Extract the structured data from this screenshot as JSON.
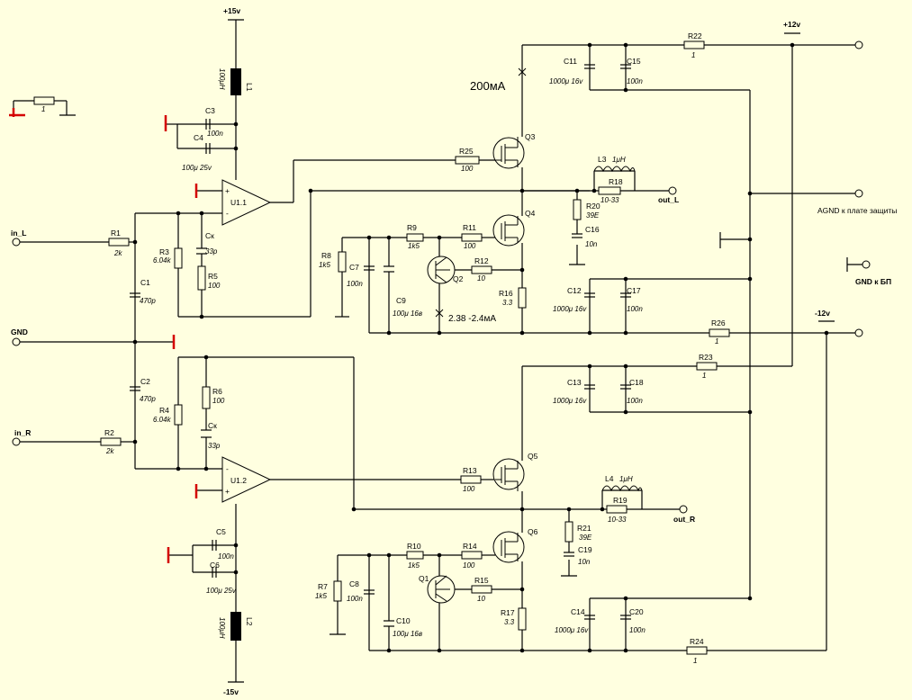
{
  "rails": {
    "v15p": "+15v",
    "v15n": "-15v",
    "v12p": "+12v",
    "v12n": "-12v"
  },
  "ports": {
    "in_l": "in_L",
    "in_r": "in_R",
    "gnd": "GND",
    "out_l": "out_L",
    "out_r": "out_R",
    "agnd": "AGND к плате защиты",
    "gnd_bp": "GND к БП"
  },
  "notes": {
    "current_q3": "200мА",
    "current_q2": "2.38 -2.4мА"
  },
  "legend": {
    "r": "1"
  },
  "opamps": {
    "u11": "U1.1",
    "u12": "U1.2",
    "plus": "+",
    "minus": "-"
  },
  "parts": {
    "r1": {
      "n": "R1",
      "v": "2k"
    },
    "r2": {
      "n": "R2",
      "v": "2k"
    },
    "r3": {
      "n": "R3",
      "v": "6.04k"
    },
    "r4": {
      "n": "R4",
      "v": "6.04k"
    },
    "r5": {
      "n": "R5",
      "v": "100"
    },
    "r6": {
      "n": "R6",
      "v": "100"
    },
    "r7": {
      "n": "R7",
      "v": "1k5"
    },
    "r8": {
      "n": "R8",
      "v": "1k5"
    },
    "r9": {
      "n": "R9",
      "v": "1k5"
    },
    "r10": {
      "n": "R10",
      "v": "1k5"
    },
    "r11": {
      "n": "R11",
      "v": "100"
    },
    "r12": {
      "n": "R12",
      "v": "10"
    },
    "r13": {
      "n": "R13",
      "v": "100"
    },
    "r14": {
      "n": "R14",
      "v": "100"
    },
    "r15": {
      "n": "R15",
      "v": "10"
    },
    "r16": {
      "n": "R16",
      "v": "3.3"
    },
    "r17": {
      "n": "R17",
      "v": "3.3"
    },
    "r18": {
      "n": "R18",
      "v": "10-33"
    },
    "r19": {
      "n": "R19",
      "v": "10-33"
    },
    "r20": {
      "n": "R20",
      "v": "39E"
    },
    "r21": {
      "n": "R21",
      "v": "39E"
    },
    "r22": {
      "n": "R22",
      "v": "1"
    },
    "r23": {
      "n": "R23",
      "v": "1"
    },
    "r24": {
      "n": "R24",
      "v": "1"
    },
    "r25": {
      "n": "R25",
      "v": "100"
    },
    "r26": {
      "n": "R26",
      "v": "1"
    },
    "c1": {
      "n": "C1",
      "v": "470p"
    },
    "c2": {
      "n": "C2",
      "v": "470p"
    },
    "c3": {
      "n": "C3",
      "v": "100n"
    },
    "c4": {
      "n": "C4",
      "v": "100μ 25v"
    },
    "c5": {
      "n": "C5",
      "v": "100n"
    },
    "c6": {
      "n": "C6",
      "v": "100μ 25v"
    },
    "c7": {
      "n": "C7",
      "v": "100n"
    },
    "c8": {
      "n": "C8",
      "v": "100n"
    },
    "c9": {
      "n": "C9",
      "v": "100μ 16в"
    },
    "c10": {
      "n": "C10",
      "v": "100μ 16в"
    },
    "c11": {
      "n": "C11",
      "v": "1000μ 16v"
    },
    "c12": {
      "n": "C12",
      "v": "1000μ 16v"
    },
    "c13": {
      "n": "C13",
      "v": "1000μ 16v"
    },
    "c14": {
      "n": "C14",
      "v": "1000μ 16v"
    },
    "c15": {
      "n": "C15",
      "v": "100n"
    },
    "c16": {
      "n": "C16",
      "v": "10n"
    },
    "c17": {
      "n": "C17",
      "v": "100n"
    },
    "c18": {
      "n": "C18",
      "v": "100n"
    },
    "c19": {
      "n": "C19",
      "v": "10n"
    },
    "c20": {
      "n": "C20",
      "v": "100n"
    },
    "ck1": {
      "n": "Cк",
      "v": "33p"
    },
    "ck2": {
      "n": "Cк",
      "v": "33p"
    },
    "l1": {
      "n": "L1",
      "v": "100μH"
    },
    "l2": {
      "n": "L2",
      "v": "100μH"
    },
    "l3": {
      "n": "L3",
      "v": "1μH"
    },
    "l4": {
      "n": "L4",
      "v": "1μH"
    },
    "q1": {
      "n": "Q1"
    },
    "q2": {
      "n": "Q2"
    },
    "q3": {
      "n": "Q3"
    },
    "q4": {
      "n": "Q4"
    },
    "q5": {
      "n": "Q5"
    },
    "q6": {
      "n": "Q6"
    }
  }
}
